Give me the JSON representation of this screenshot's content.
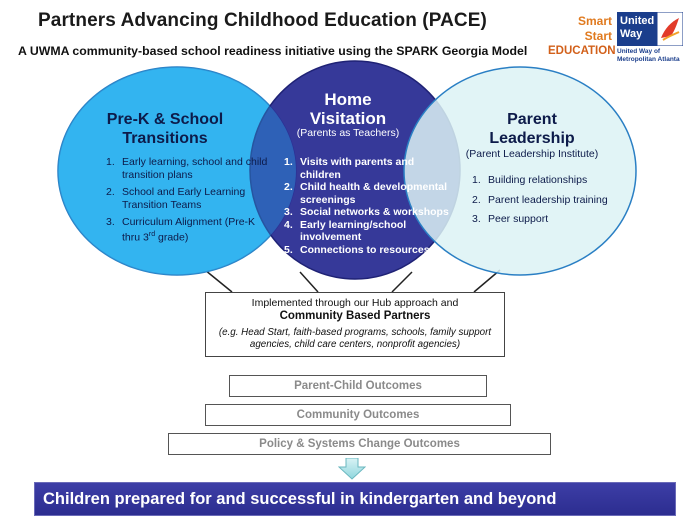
{
  "header": {
    "title": "Partners Advancing Childhood Education (PACE)",
    "subtitle": "A UWMA community-based school readiness initiative using the SPARK Georgia Model"
  },
  "logos": {
    "smart_start_line1": "Smart Start",
    "smart_start_line2": "EDUCATION",
    "united_way_line1": "United",
    "united_way_line2": "Way",
    "united_way_sub_line1": "United Way of",
    "united_way_sub_line2": "Metropolitan Atlanta"
  },
  "left_circle": {
    "title_line1": "Pre-K & School",
    "title_line2": "Transitions",
    "items": [
      {
        "n": "1.",
        "text": "Early learning, school and child transition plans"
      },
      {
        "n": "2.",
        "text": "School and Early Learning Transition Teams"
      },
      {
        "n": "3.",
        "text": "Curriculum Alignment (Pre-K thru ",
        "sup": "rd",
        "text_before_sup": "Curriculum Alignment (Pre-K thru 3",
        "text_after_sup": " grade)"
      }
    ]
  },
  "middle_circle": {
    "title_line1": "Home",
    "title_line2": "Visitation",
    "subtitle": "(Parents as Teachers)",
    "items": [
      {
        "n": "1.",
        "text": "Visits with parents and children"
      },
      {
        "n": "2.",
        "text": "Child health & developmental screenings"
      },
      {
        "n": "3.",
        "text": "Social networks & workshops"
      },
      {
        "n": "4.",
        "text": "Early learning/school involvement"
      },
      {
        "n": "5.",
        "text": "Connections to resources"
      }
    ]
  },
  "right_circle": {
    "title_line1": "Parent",
    "title_line2": "Leadership",
    "subtitle": "(Parent Leadership Institute)",
    "items": [
      {
        "n": "1.",
        "text": "Building relationships"
      },
      {
        "n": "2.",
        "text": "Parent leadership training"
      },
      {
        "n": "3.",
        "text": "Peer support"
      }
    ]
  },
  "hub": {
    "line1": "Implemented through our Hub approach and",
    "line2": "Community Based Partners",
    "examples": "(e.g. Head Start, faith-based programs, schools, family support agencies, child care centers, nonprofit agencies)"
  },
  "outcomes": {
    "parent_child": "Parent-Child Outcomes",
    "community": "Community Outcomes",
    "policy": "Policy & Systems Change Outcomes"
  },
  "banner": {
    "text": "Children prepared for and successful in kindergarten and beyond"
  },
  "colors": {
    "left_circle": "#33b4f0",
    "middle_circle": "#2b2e94",
    "right_circle": "#dcf2f5",
    "banner": "#2f3093",
    "outcome_text": "#8a8a8a"
  }
}
